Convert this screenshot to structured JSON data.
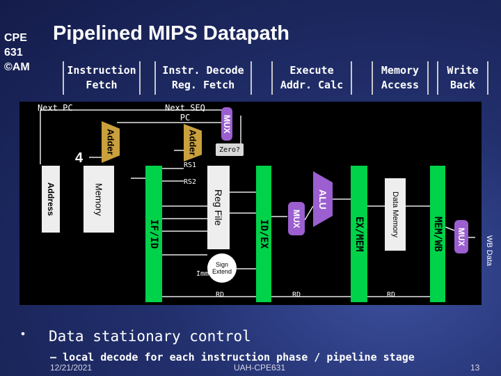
{
  "header": {
    "course_lines": [
      "CPE",
      "631",
      "©AM"
    ],
    "title": "Pipelined MIPS Datapath"
  },
  "stages": [
    {
      "line1": "Instruction",
      "line2": "Fetch"
    },
    {
      "line1": "Instr. Decode",
      "line2": "Reg. Fetch"
    },
    {
      "line1": "Execute",
      "line2": "Addr. Calc"
    },
    {
      "line1": "Memory",
      "line2": "Access"
    },
    {
      "line1": "Write",
      "line2": "Back"
    }
  ],
  "datapath": {
    "next_pc": "Next PC",
    "next_seq_pc": "Next SEQ PC",
    "four": "4",
    "adder1": "Adder",
    "adder2": "Adder",
    "mux_top": "MUX",
    "zero": "Zero?",
    "rs1": "RS1",
    "rs2": "RS2",
    "address": "Address",
    "memory": "Memory",
    "if_id": "IF/ID",
    "reg_file": "Reg File",
    "id_ex": "ID/EX",
    "mux_ex": "MUX",
    "alu": "ALU",
    "ex_mem": "EX/MEM",
    "data_memory": "Data Memory",
    "mem_wb": "MEM/WB",
    "mux_wb": "MUX",
    "imm": "Imm",
    "sign_extend": "Sign Extend",
    "rd1": "RD",
    "rd2": "RD",
    "rd3": "RD",
    "wb_data": "WB Data"
  },
  "bullets": {
    "main": "Data stationary control",
    "sub": "– local decode for each instruction phase / pipeline stage"
  },
  "footer": {
    "date": "12/21/2021",
    "center": "UAH-CPE631",
    "page": "13"
  },
  "colors": {
    "pipeline_register": "#00d24a",
    "mux": "#9b5fd0",
    "adder": "#c9a03c",
    "text": "#ffffff",
    "background": "#22306e"
  }
}
